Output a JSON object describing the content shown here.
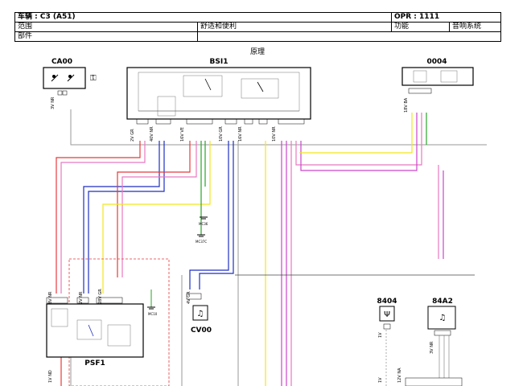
{
  "header": {
    "vehicle": "车辆 : C3 (A51)",
    "opr": "OPR : 1111",
    "scope_label": "范围",
    "scope_value": "舒适和便利",
    "function_label": "功能",
    "function_value": "音响系统",
    "part_label": "部件"
  },
  "caption": "原理",
  "components": {
    "ca00": "CA00",
    "bsi1": "BSI1",
    "c0004": "0004",
    "psf1": "PSF1",
    "cv00": "CV00",
    "c8404": "8404",
    "c84a2": "84A2"
  },
  "connectors": {
    "ca00_conn": "3V NR",
    "bsi_2v": "2V GR",
    "bsi_40v": "40V NR",
    "bsi_16v": "16V VE",
    "bsi_10v": "10V GR",
    "bsi_16v_nr": "16V NR",
    "bsi_10v_nr": "10V NR",
    "c0004_conn": "18V BA",
    "psf_8v": "8V NR",
    "psf_2v": "2V NR",
    "psf_28v": "28V GR",
    "cv00_conn": "4V GR",
    "c8404_conn": "1V",
    "c84a2_conn": "3V NR",
    "psf_1v": "1V ND",
    "bottom_1v": "1V",
    "bottom_12v": "12V NA"
  },
  "grounds": {
    "mc36": "MC36",
    "mc37c": "MC37C",
    "mc10": "MC10"
  },
  "colors": {
    "red": "#e8383b",
    "pink": "#e879c0",
    "magenta": "#cc44cc",
    "blue": "#1d2fc4",
    "yellow": "#f2e61a",
    "green": "#29a329",
    "grey": "#9a9a9a",
    "black": "#222222",
    "label_red": "#d4001c",
    "label_green": "#008a2e"
  }
}
